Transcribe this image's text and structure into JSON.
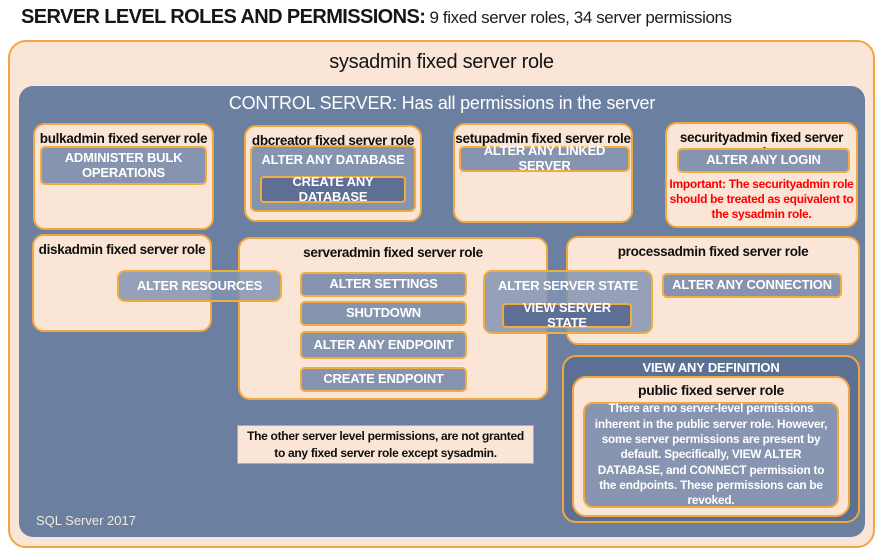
{
  "header": {
    "title_main": "SERVER LEVEL ROLES AND PERMISSIONS:",
    "title_sub": "9 fixed server roles, 34 server permissions"
  },
  "sysadmin": {
    "title": "sysadmin fixed server role",
    "control_server_title": "CONTROL SERVER: Has all permissions in the server"
  },
  "roles": {
    "bulkadmin": {
      "title": "bulkadmin fixed server role",
      "permission": "ADMINISTER BULK OPERATIONS"
    },
    "dbcreator": {
      "title": "dbcreator fixed server role",
      "permission_outer": "ALTER ANY DATABASE",
      "permission_inner": "CREATE ANY DATABASE"
    },
    "setupadmin": {
      "title": "setupadmin fixed server role",
      "permission": "ALTER ANY LINKED SERVER"
    },
    "securityadmin": {
      "title": "securityadmin fixed server role",
      "permission": "ALTER ANY LOGIN",
      "warning": "Important: The securityadmin role should be treated as equivalent to the sysadmin role."
    },
    "diskadmin": {
      "title": "diskadmin fixed server role",
      "permission": "ALTER RESOURCES"
    },
    "serveradmin": {
      "title": "serveradmin fixed server role",
      "permissions": [
        "ALTER SETTINGS",
        "SHUTDOWN",
        "ALTER ANY ENDPOINT",
        "CREATE ENDPOINT"
      ],
      "state_outer": "ALTER SERVER STATE",
      "state_inner": "VIEW SERVER STATE"
    },
    "processadmin": {
      "title": "processadmin fixed server role",
      "permission": "ALTER ANY CONNECTION"
    },
    "public": {
      "banner": "VIEW ANY DEFINITION",
      "title": "public fixed server role",
      "description": "There are no server-level permissions inherent in the public server role. However, some server permissions are present by default. Specifically, VIEW ALTER DATABASE, and CONNECT permission to the endpoints. These permissions can be revoked."
    }
  },
  "notes": {
    "other_permissions": "The other server level permissions, are not granted to any fixed server role except sysadmin.",
    "footer": "SQL Server 2017"
  },
  "colors": {
    "cream": "#FBE5D6",
    "gold_border": "#F1A73F",
    "panel_blue": "#6B80A0",
    "button_blue": "#8794B0",
    "dark_button_blue": "#5D6F94",
    "definition_panel_blue": "#5C7094",
    "warning_red": "#FF0000"
  }
}
